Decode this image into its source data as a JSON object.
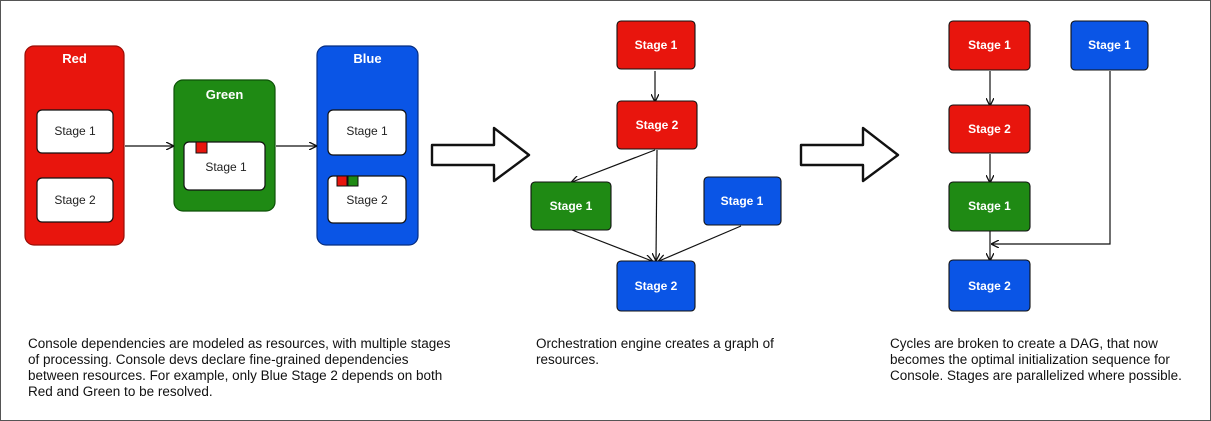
{
  "panel1": {
    "groups": [
      {
        "id": "red",
        "title": "Red",
        "color": "#e8150d",
        "stages": [
          "Stage 1",
          "Stage 2"
        ]
      },
      {
        "id": "green",
        "title": "Green",
        "color": "#1f8a14",
        "stages": [
          "Stage 1"
        ]
      },
      {
        "id": "blue",
        "title": "Blue",
        "color": "#0a55e6",
        "stages": [
          "Stage 1",
          "Stage 2"
        ]
      }
    ],
    "caption": "Console dependencies are modeled as resources, with multiple stages of processing. Console devs declare fine-grained dependencies between resources. For example, only Blue Stage 2 depends on both Red and Green to be resolved."
  },
  "panel2": {
    "nodes": {
      "red_stage1": "Stage 1",
      "red_stage2": "Stage 2",
      "green_stage1": "Stage 1",
      "blue_stage1": "Stage 1",
      "blue_stage2": "Stage 2"
    },
    "caption": "Orchestration engine creates a graph of resources."
  },
  "panel3": {
    "nodes": {
      "red_stage1": "Stage 1",
      "red_stage2": "Stage 2",
      "green_stage1": "Stage 1",
      "blue_stage1": "Stage 1",
      "blue_stage2": "Stage 2"
    },
    "caption": "Cycles are broken to create a DAG, that now becomes the optimal initialization sequence for Console. Stages are parallelized where possible."
  },
  "colors": {
    "red": "#e8150d",
    "green": "#1f8a14",
    "blue": "#0a55e6",
    "stroke": "#111111"
  }
}
